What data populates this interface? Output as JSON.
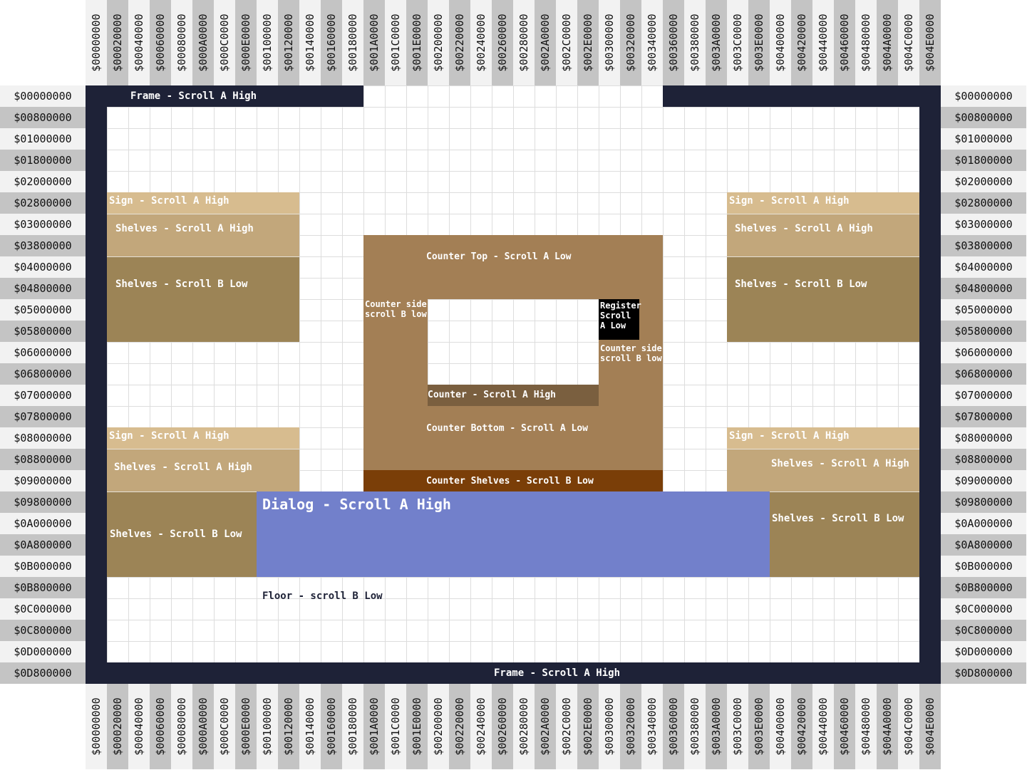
{
  "column_headers": [
    "$00000000",
    "$00020000",
    "$00040000",
    "$00060000",
    "$00080000",
    "$000A0000",
    "$000C0000",
    "$000E0000",
    "$00100000",
    "$00120000",
    "$00140000",
    "$00160000",
    "$00180000",
    "$001A0000",
    "$001C0000",
    "$001E0000",
    "$00200000",
    "$00220000",
    "$00240000",
    "$00260000",
    "$00280000",
    "$002A0000",
    "$002C0000",
    "$002E0000",
    "$00300000",
    "$00320000",
    "$00340000",
    "$00360000",
    "$00380000",
    "$003A0000",
    "$003C0000",
    "$003E0000",
    "$00400000",
    "$00420000",
    "$00440000",
    "$00460000",
    "$00480000",
    "$004A0000",
    "$004C0000",
    "$004E0000"
  ],
  "row_headers": [
    "$00000000",
    "$00800000",
    "$01000000",
    "$01800000",
    "$02000000",
    "$02800000",
    "$03000000",
    "$03800000",
    "$04000000",
    "$04800000",
    "$05000000",
    "$05800000",
    "$06000000",
    "$06800000",
    "$07000000",
    "$07800000",
    "$08000000",
    "$08800000",
    "$09000000",
    "$09800000",
    "$0A000000",
    "$0A800000",
    "$0B000000",
    "$0B800000",
    "$0C000000",
    "$0C800000",
    "$0D000000",
    "$0D800000"
  ],
  "labels": {
    "frame_top": "Frame - Scroll A High",
    "frame_bottom": "Frame - Scroll A High",
    "sign": "Sign - Scroll A High",
    "shelves_a": "Shelves - Scroll A High",
    "shelves_b": "Shelves - Scroll B Low",
    "counter_top": "Counter Top - Scroll A Low",
    "counter_side_left": "Counter side scroll B low",
    "counter_side_right": "Counter side scroll B low",
    "register": "Register Scroll A Low",
    "counter": "Counter - Scroll A High",
    "counter_bottom": "Counter Bottom - Scroll A Low",
    "counter_shelves": "Counter Shelves - Scroll B Low",
    "dialog": "Dialog  - Scroll A High",
    "floor": "Floor - scroll B Low"
  },
  "colors": {
    "frame": "#1e2237",
    "sign": "#d7bc8f",
    "shelves_a": "#c2a77b",
    "shelves_b": "#9c8456",
    "counter_body": "#a37f55",
    "counter": "#7a5f3f",
    "counter_shelves": "#7a3e08",
    "register": "#000000",
    "dialog": "#7280cb",
    "floor_text": "#1e2237"
  }
}
